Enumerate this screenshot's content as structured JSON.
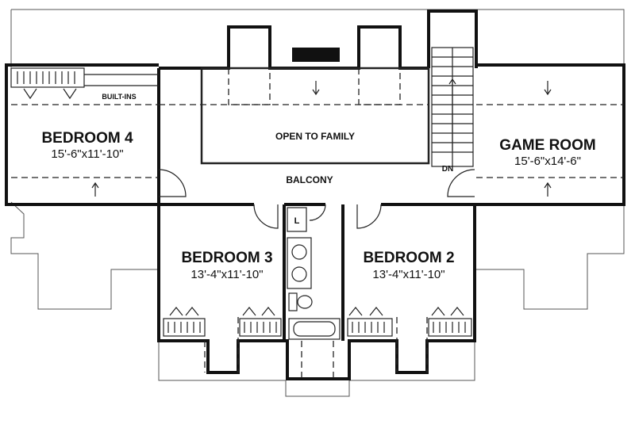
{
  "rooms": {
    "bedroom4": {
      "name": "BEDROOM 4",
      "dims": "15'-6\"x11'-10\""
    },
    "game_room": {
      "name": "GAME ROOM",
      "dims": "15'-6\"x14'-6\""
    },
    "bedroom3": {
      "name": "BEDROOM 3",
      "dims": "13'-4\"x11'-10\""
    },
    "bedroom2": {
      "name": "BEDROOM 2",
      "dims": "13'-4\"x11'-10\""
    }
  },
  "labels": {
    "open_to_family": "OPEN TO FAMILY",
    "balcony": "BALCONY",
    "built_ins": "BUILT-INS",
    "stair_down": "DN",
    "laundry": "L"
  },
  "colors": {
    "wall": "#111111",
    "background": "#ffffff"
  }
}
